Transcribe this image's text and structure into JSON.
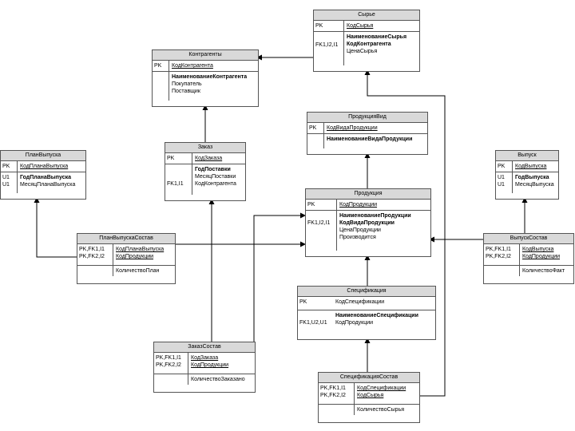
{
  "entities": {
    "syre": {
      "title": "Сырье",
      "keys1": "PK",
      "fields1": [
        "КодСырья"
      ],
      "keys2": "FK1,I2,I1",
      "fields2": [
        "НаименованиеСырья",
        "КодКонтрагента",
        "ЦенаСырья"
      ]
    },
    "kontragenty": {
      "title": "Контрагенты",
      "keys1": "PK",
      "fields1": [
        "КодКонтрагента"
      ],
      "keys2": "",
      "fields2": [
        "НаименованиеКонтрагента",
        "Покупатель",
        "Поставщик"
      ]
    },
    "produkciya_vid": {
      "title": "ПродукцияВид",
      "keys1": "PK",
      "fields1": [
        "КодВидаПродукции"
      ],
      "keys2": "",
      "fields2": [
        "НаименованиеВидаПродукции"
      ]
    },
    "plan_vypuska": {
      "title": "ПланВыпуска",
      "keys1": "PK",
      "fields1": [
        "КодПланаВыпуска"
      ],
      "keys2": "U1\nU1",
      "fields2": [
        "ГодПланаВыпуска",
        "МесяцПланаВыпуска"
      ]
    },
    "zakaz": {
      "title": "Заказ",
      "keys1": "PK",
      "fields1": [
        "КодЗаказа"
      ],
      "keys2": "\n\nFK1,I1",
      "fields2": [
        "ГодПоставки",
        "МесяцПоставки",
        "КодКонтрагента"
      ]
    },
    "vypusk": {
      "title": "Выпуск",
      "keys1": "PK",
      "fields1": [
        "КодВыпуска"
      ],
      "keys2": "U1\nU1",
      "fields2": [
        "ГодВыпуска",
        "МесяцВыпуска"
      ]
    },
    "produkciya": {
      "title": "Продукция",
      "keys1": "PK",
      "fields1": [
        "КодПродукции"
      ],
      "keys2": "\nFK1,I2,I1",
      "fields2": [
        "НаименованиеПродукции",
        "КодВидаПродукции",
        "ЦенаПродукции",
        "Производится"
      ]
    },
    "plan_vypuska_sostav": {
      "title": "ПланВыпускаСостав",
      "keys1": "PK,FK1,I1\nPK,FK2,I2",
      "fields1": [
        "КодПланаВыпуска",
        "КодПродукции"
      ],
      "keys2": "",
      "fields2": [
        "КоличествоПлан"
      ]
    },
    "vypusk_sostav": {
      "title": "ВыпускСостав",
      "keys1": "PK,FK1,I1\nPK,FK2,I2",
      "fields1": [
        "КодВыпуска",
        "КодПродукции"
      ],
      "keys2": "",
      "fields2": [
        "КоличествоФакт"
      ]
    },
    "specifikaciya": {
      "title": "Спецификация",
      "keys1": "PK",
      "fields1": [
        "КодСпецификации"
      ],
      "keys2": "\nFK1,U2,U1",
      "fields2": [
        "НаименованиеСпецификации",
        "КодПродукции"
      ]
    },
    "zakaz_sostav": {
      "title": "ЗаказСостав",
      "keys1": "PK,FK1,I1\nPK,FK2,I2",
      "fields1": [
        "КодЗаказа",
        "КодПродукции"
      ],
      "keys2": "",
      "fields2": [
        "КоличествоЗаказано"
      ]
    },
    "specifikaciya_sostav": {
      "title": "СпецификацияСостав",
      "keys1": "PK,FK1,I1\nPK,FK2,I2",
      "fields1": [
        "КодСпецификации",
        "КодСырья"
      ],
      "keys2": "",
      "fields2": [
        "КоличествоСырья"
      ]
    }
  }
}
